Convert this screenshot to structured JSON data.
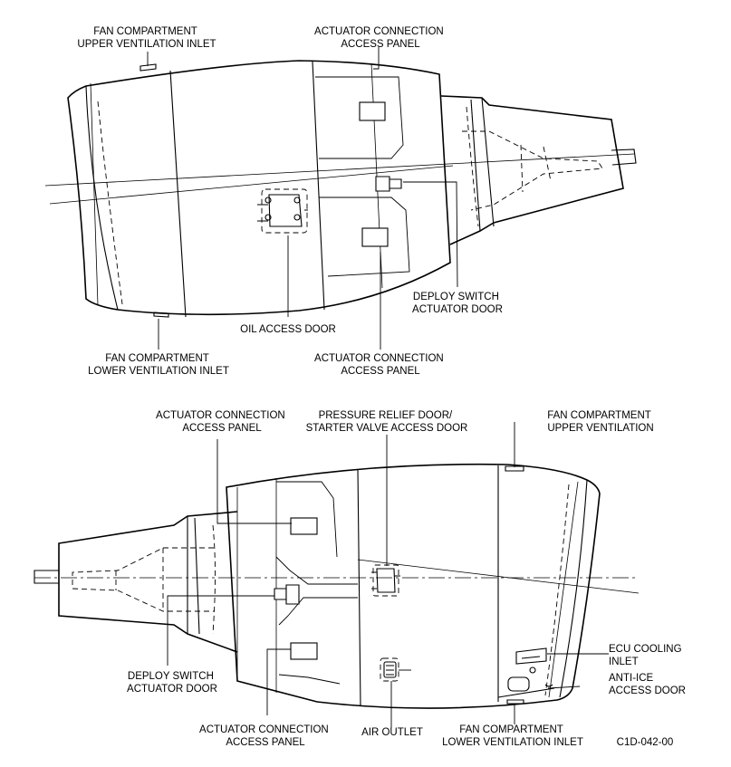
{
  "top_view": {
    "labels": {
      "fan_upper_inlet": [
        "FAN COMPARTMENT",
        "UPPER VENTILATION INLET"
      ],
      "actuator_panel_upper": [
        "ACTUATOR CONNECTION",
        "ACCESS PANEL"
      ],
      "deploy_switch": [
        "DEPLOY SWITCH",
        "ACTUATOR DOOR"
      ],
      "oil_access": [
        "OIL ACCESS DOOR"
      ],
      "fan_lower_inlet": [
        "FAN COMPARTMENT",
        "LOWER VENTILATION INLET"
      ],
      "actuator_panel_lower": [
        "ACTUATOR CONNECTION",
        "ACCESS PANEL"
      ]
    }
  },
  "bottom_view": {
    "labels": {
      "actuator_panel_upper": [
        "ACTUATOR CONNECTION",
        "ACCESS PANEL"
      ],
      "pressure_relief": [
        "PRESSURE RELIEF DOOR/",
        "STARTER VALVE ACCESS DOOR"
      ],
      "fan_upper": [
        "FAN COMPARTMENT",
        "UPPER VENTILATION"
      ],
      "ecu_cooling": [
        "ECU COOLING",
        "INLET"
      ],
      "anti_ice": [
        "ANTI-ICE",
        "ACCESS DOOR"
      ],
      "deploy_switch": [
        "DEPLOY SWITCH",
        "ACTUATOR DOOR"
      ],
      "actuator_panel_lower": [
        "ACTUATOR CONNECTION",
        "ACCESS PANEL"
      ],
      "air_outlet": [
        "AIR OUTLET"
      ],
      "fan_lower_inlet": [
        "FAN COMPARTMENT",
        "LOWER VENTILATION INLET"
      ]
    }
  },
  "figure_id": "C1D-042-00"
}
